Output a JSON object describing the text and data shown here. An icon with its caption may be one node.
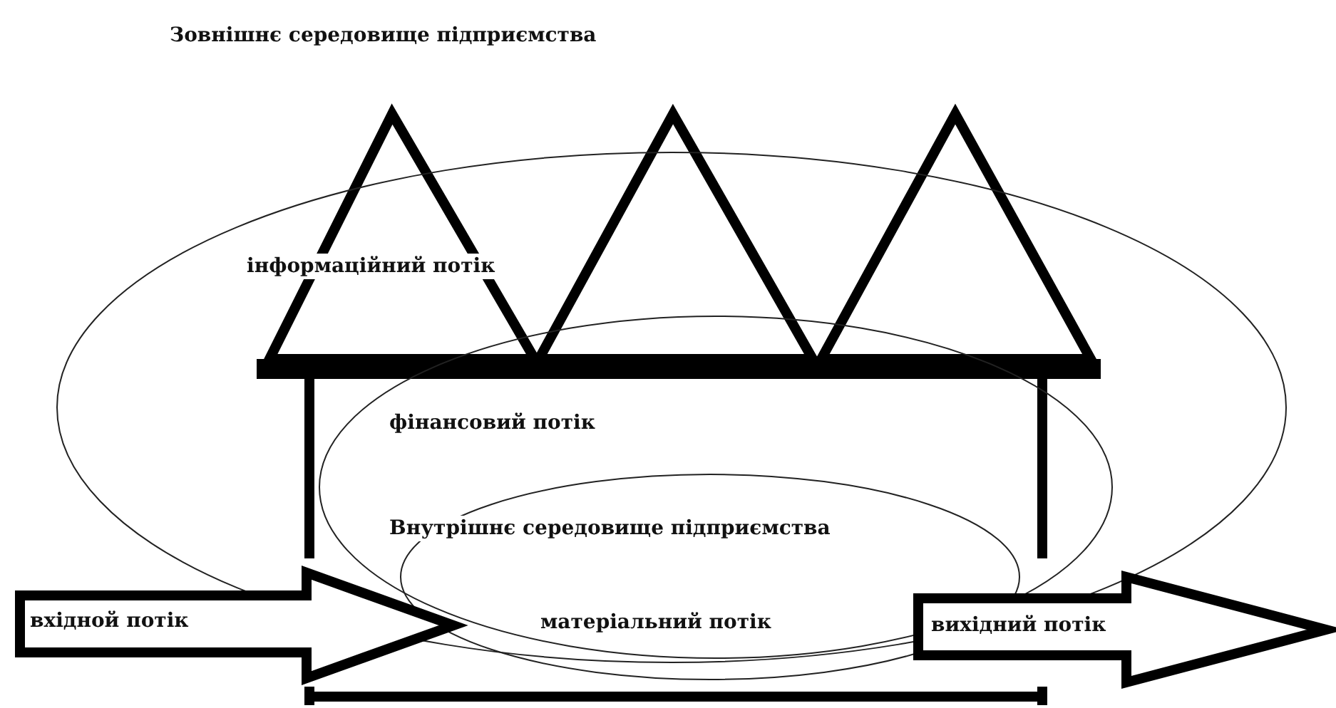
{
  "diagram": {
    "title": "Зовнішнє середовище підприємства",
    "nodes": [
      {
        "text": [
          "інформаційний потік"
        ]
      },
      {
        "text": [
          "фінансовий потік"
        ],
        "in": 0
      },
      {
        "text": [
          "матеріальний потік"
        ]
      },
      {
        "text": [
          "вхідной потік"
        ]
      },
      {
        "text": [
          "вихідний потік"
        ]
      }
    ],
    "labels": [
      "Внутрішнє середовище підприємства"
    ]
  }
}
